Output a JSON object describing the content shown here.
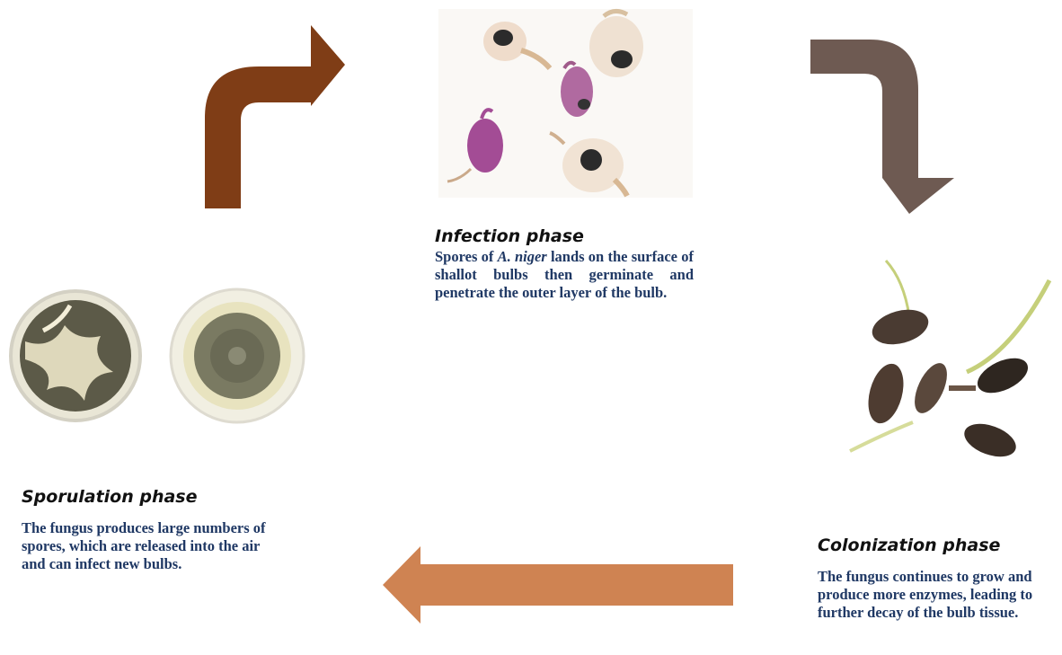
{
  "colors": {
    "arrow_top_left": "#7f3d16",
    "arrow_top_right": "#6e5a52",
    "arrow_bottom": "#cf8352",
    "text_dark_blue": "#1f3864",
    "title_black": "#111111"
  },
  "infection": {
    "title": "Infection phase",
    "desc_before": "Spores of ",
    "desc_species": "A. niger",
    "desc_after": " lands on the surface of shallot bulbs then germinate and penetrate the outer layer of the bulb."
  },
  "colonization": {
    "title": "Colonization phase",
    "desc": "The fungus continues to grow and produce more enzymes, leading to further decay of the bulb tissue."
  },
  "sporulation": {
    "title": "Sporulation phase",
    "desc": "The fungus produces large numbers of spores, which are released into the air and can infect new bulbs."
  },
  "icons": {
    "top_left_arrow": "bent-arrow-up-right-icon",
    "top_right_arrow": "bent-arrow-right-down-icon",
    "bottom_arrow": "arrow-left-icon"
  }
}
